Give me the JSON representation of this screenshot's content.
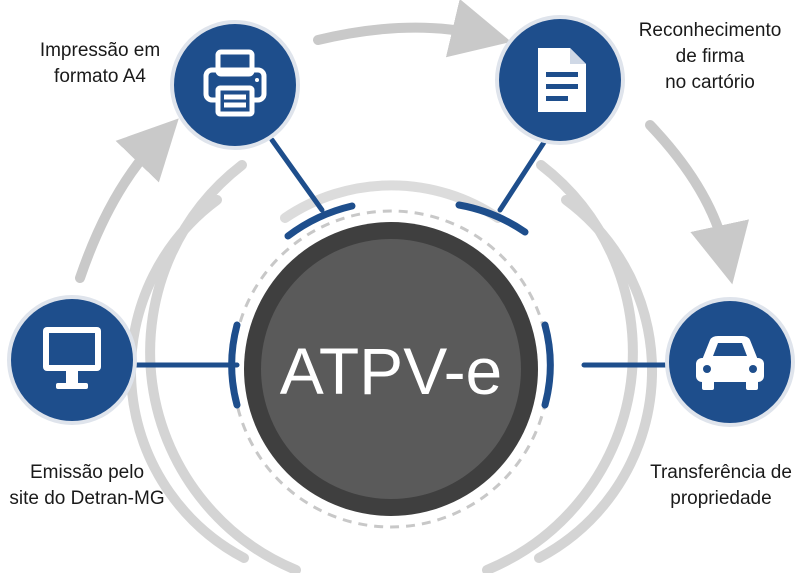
{
  "center_title": "ATPV-e",
  "steps": [
    {
      "id": "emissao",
      "icon": "monitor-icon",
      "lines": [
        "Emissão pelo",
        "site do Detran-MG"
      ]
    },
    {
      "id": "impressao",
      "icon": "printer-icon",
      "lines": [
        "Impressão em",
        "formato A4"
      ]
    },
    {
      "id": "reconhecimento",
      "icon": "document-icon",
      "lines": [
        "Reconhecimento",
        "de firma",
        "no cartório"
      ]
    },
    {
      "id": "transferencia",
      "icon": "car-icon",
      "lines": [
        "Transferência de",
        "propriedade"
      ]
    }
  ],
  "colors": {
    "node_fill": "#1e4e8c",
    "node_ring": "#dfe4ec",
    "center_fill": "#5a5a5a",
    "center_ring": "#3f3f3f",
    "arc_gray": "#d4d4d4",
    "arrow_gray": "#c9c9c9",
    "text_dark": "#1a1a1a"
  }
}
